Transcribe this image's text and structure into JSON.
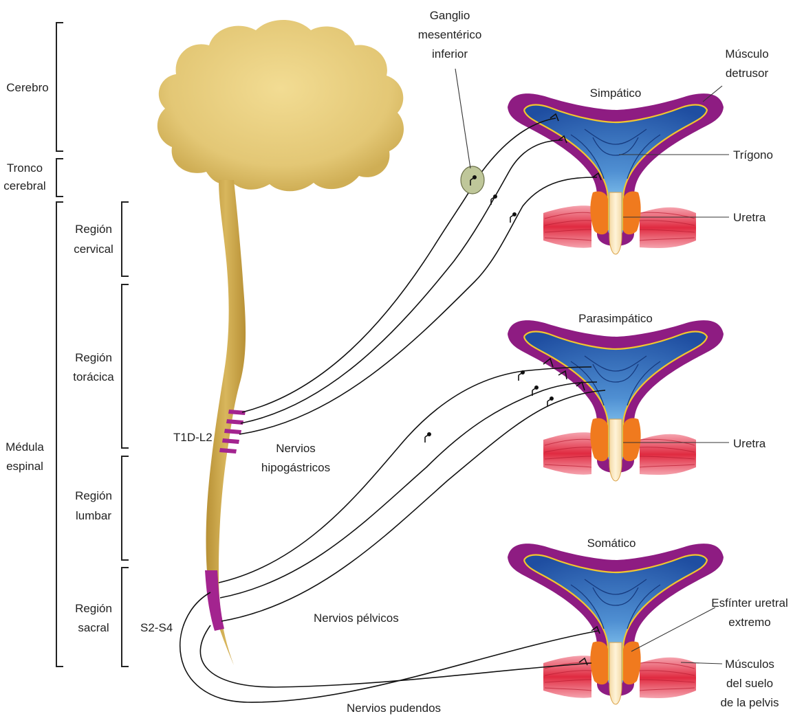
{
  "left_labels": {
    "brain": "Cerebro",
    "brainstem_1": "Tronco",
    "brainstem_2": "cerebral",
    "spinal_1": "Médula",
    "spinal_2": "espinal",
    "cervical_1": "Región",
    "cervical_2": "cervical",
    "thoracic_1": "Región",
    "thoracic_2": "torácica",
    "lumbar_1": "Región",
    "lumbar_2": "lumbar",
    "sacral_1": "Región",
    "sacral_2": "sacral"
  },
  "segments": {
    "t10_l2": "T1D-L2",
    "s2_s4": "S2-S4"
  },
  "nerves": {
    "hypogastric_1": "Nervios",
    "hypogastric_2": "hipogástricos",
    "pelvic": "Nervios pélvicos",
    "pudendal": "Nervios pudendos"
  },
  "ganglion": {
    "line1": "Ganglio",
    "line2": "mesentérico",
    "line3": "inferior"
  },
  "bladders": {
    "sympathetic": "Simpático",
    "parasympathetic": "Parasimpático",
    "somatic": "Somático"
  },
  "right_labels": {
    "detrusor_1": "Músculo",
    "detrusor_2": "detrusor",
    "trigone": "Trígono",
    "urethra_1": "Uretra",
    "urethra_2": "Uretra",
    "external_sphincter_1": "Esfínter uretral",
    "external_sphincter_2": "extremo",
    "pelvic_floor_1": "Músculos",
    "pelvic_floor_2": "del suelo",
    "pelvic_floor_3": "de la pelvis"
  },
  "colors": {
    "brain": "#e6cc7a",
    "spinal_cord": "#c9a548",
    "segment_band": "#a3248f",
    "bladder_wall": "#8e1c82",
    "bladder_lumen": "#2a5fb0",
    "bladder_lumen_light": "#7fc2ef",
    "inner_outline": "#f2c62e",
    "urethra_sphincter": "#f07a1e",
    "pelvic_muscle": "#e02a40",
    "ganglion": "#bfc79a"
  }
}
